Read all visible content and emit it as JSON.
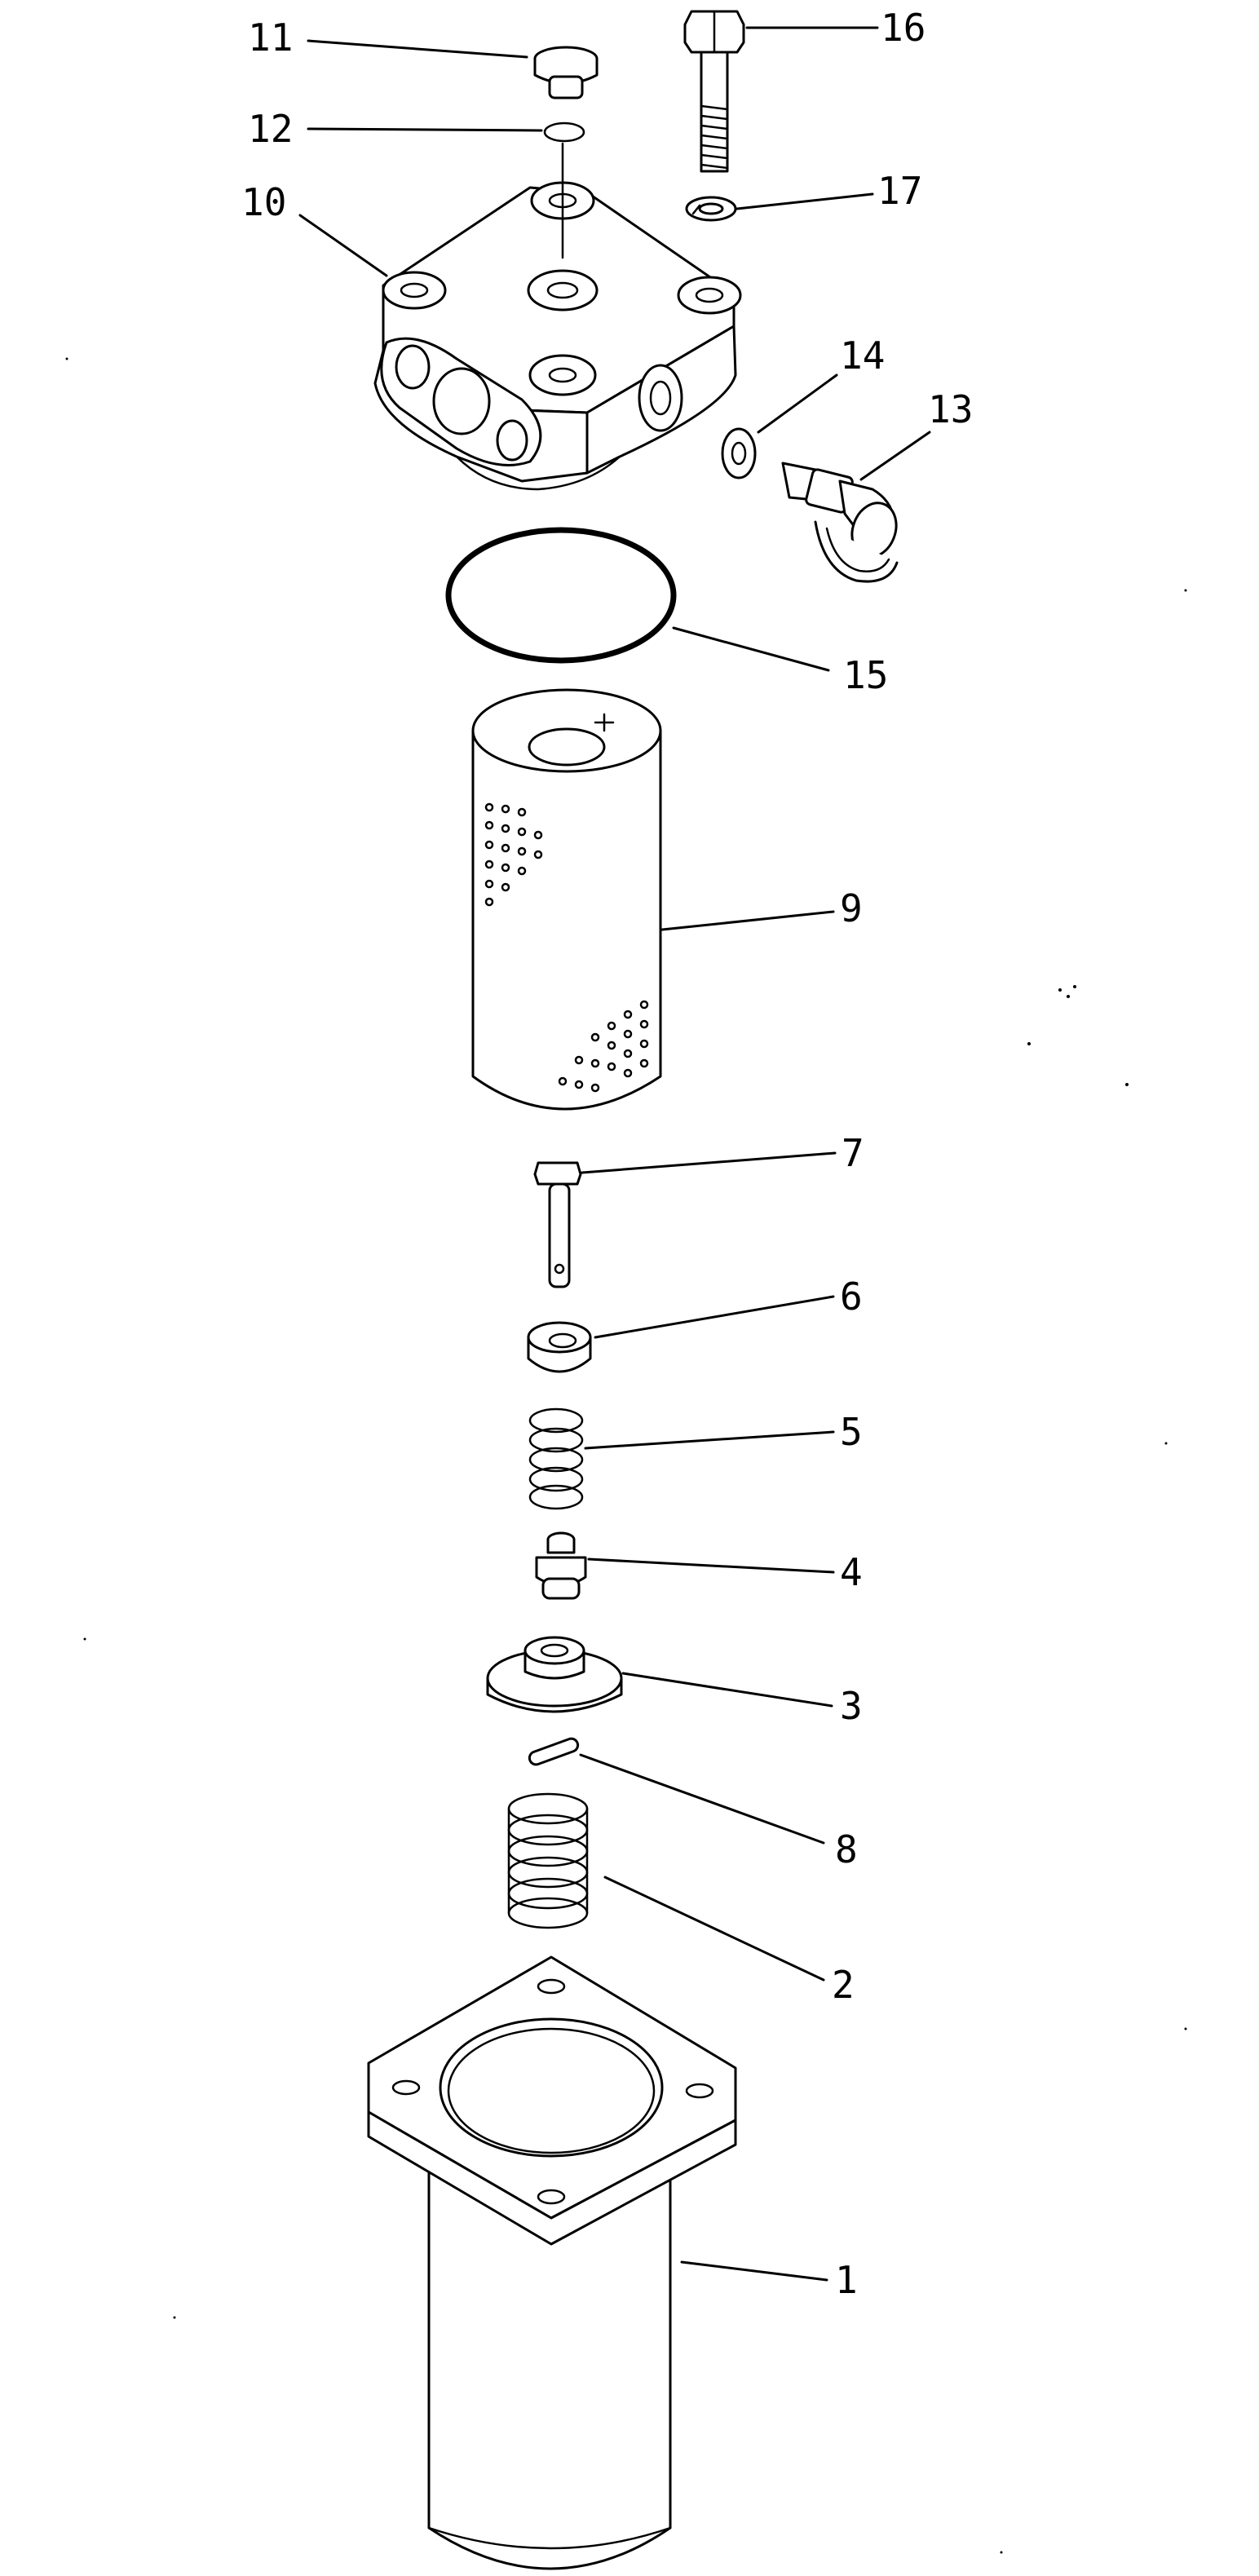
{
  "figure": {
    "style": "exploded parts diagram, black line art on white"
  },
  "callouts": [
    {
      "key": "p1",
      "label": "1"
    },
    {
      "key": "p2",
      "label": "2"
    },
    {
      "key": "p3",
      "label": "3"
    },
    {
      "key": "p4",
      "label": "4"
    },
    {
      "key": "p5",
      "label": "5"
    },
    {
      "key": "p6",
      "label": "6"
    },
    {
      "key": "p7",
      "label": "7"
    },
    {
      "key": "p8",
      "label": "8"
    },
    {
      "key": "p9",
      "label": "9"
    },
    {
      "key": "p10",
      "label": "10"
    },
    {
      "key": "p11",
      "label": "11"
    },
    {
      "key": "p12",
      "label": "12"
    },
    {
      "key": "p13",
      "label": "13"
    },
    {
      "key": "p14",
      "label": "14"
    },
    {
      "key": "p15",
      "label": "15"
    },
    {
      "key": "p16",
      "label": "16"
    },
    {
      "key": "p17",
      "label": "17"
    }
  ],
  "colors": {
    "line": "#000000",
    "background": "#ffffff"
  }
}
